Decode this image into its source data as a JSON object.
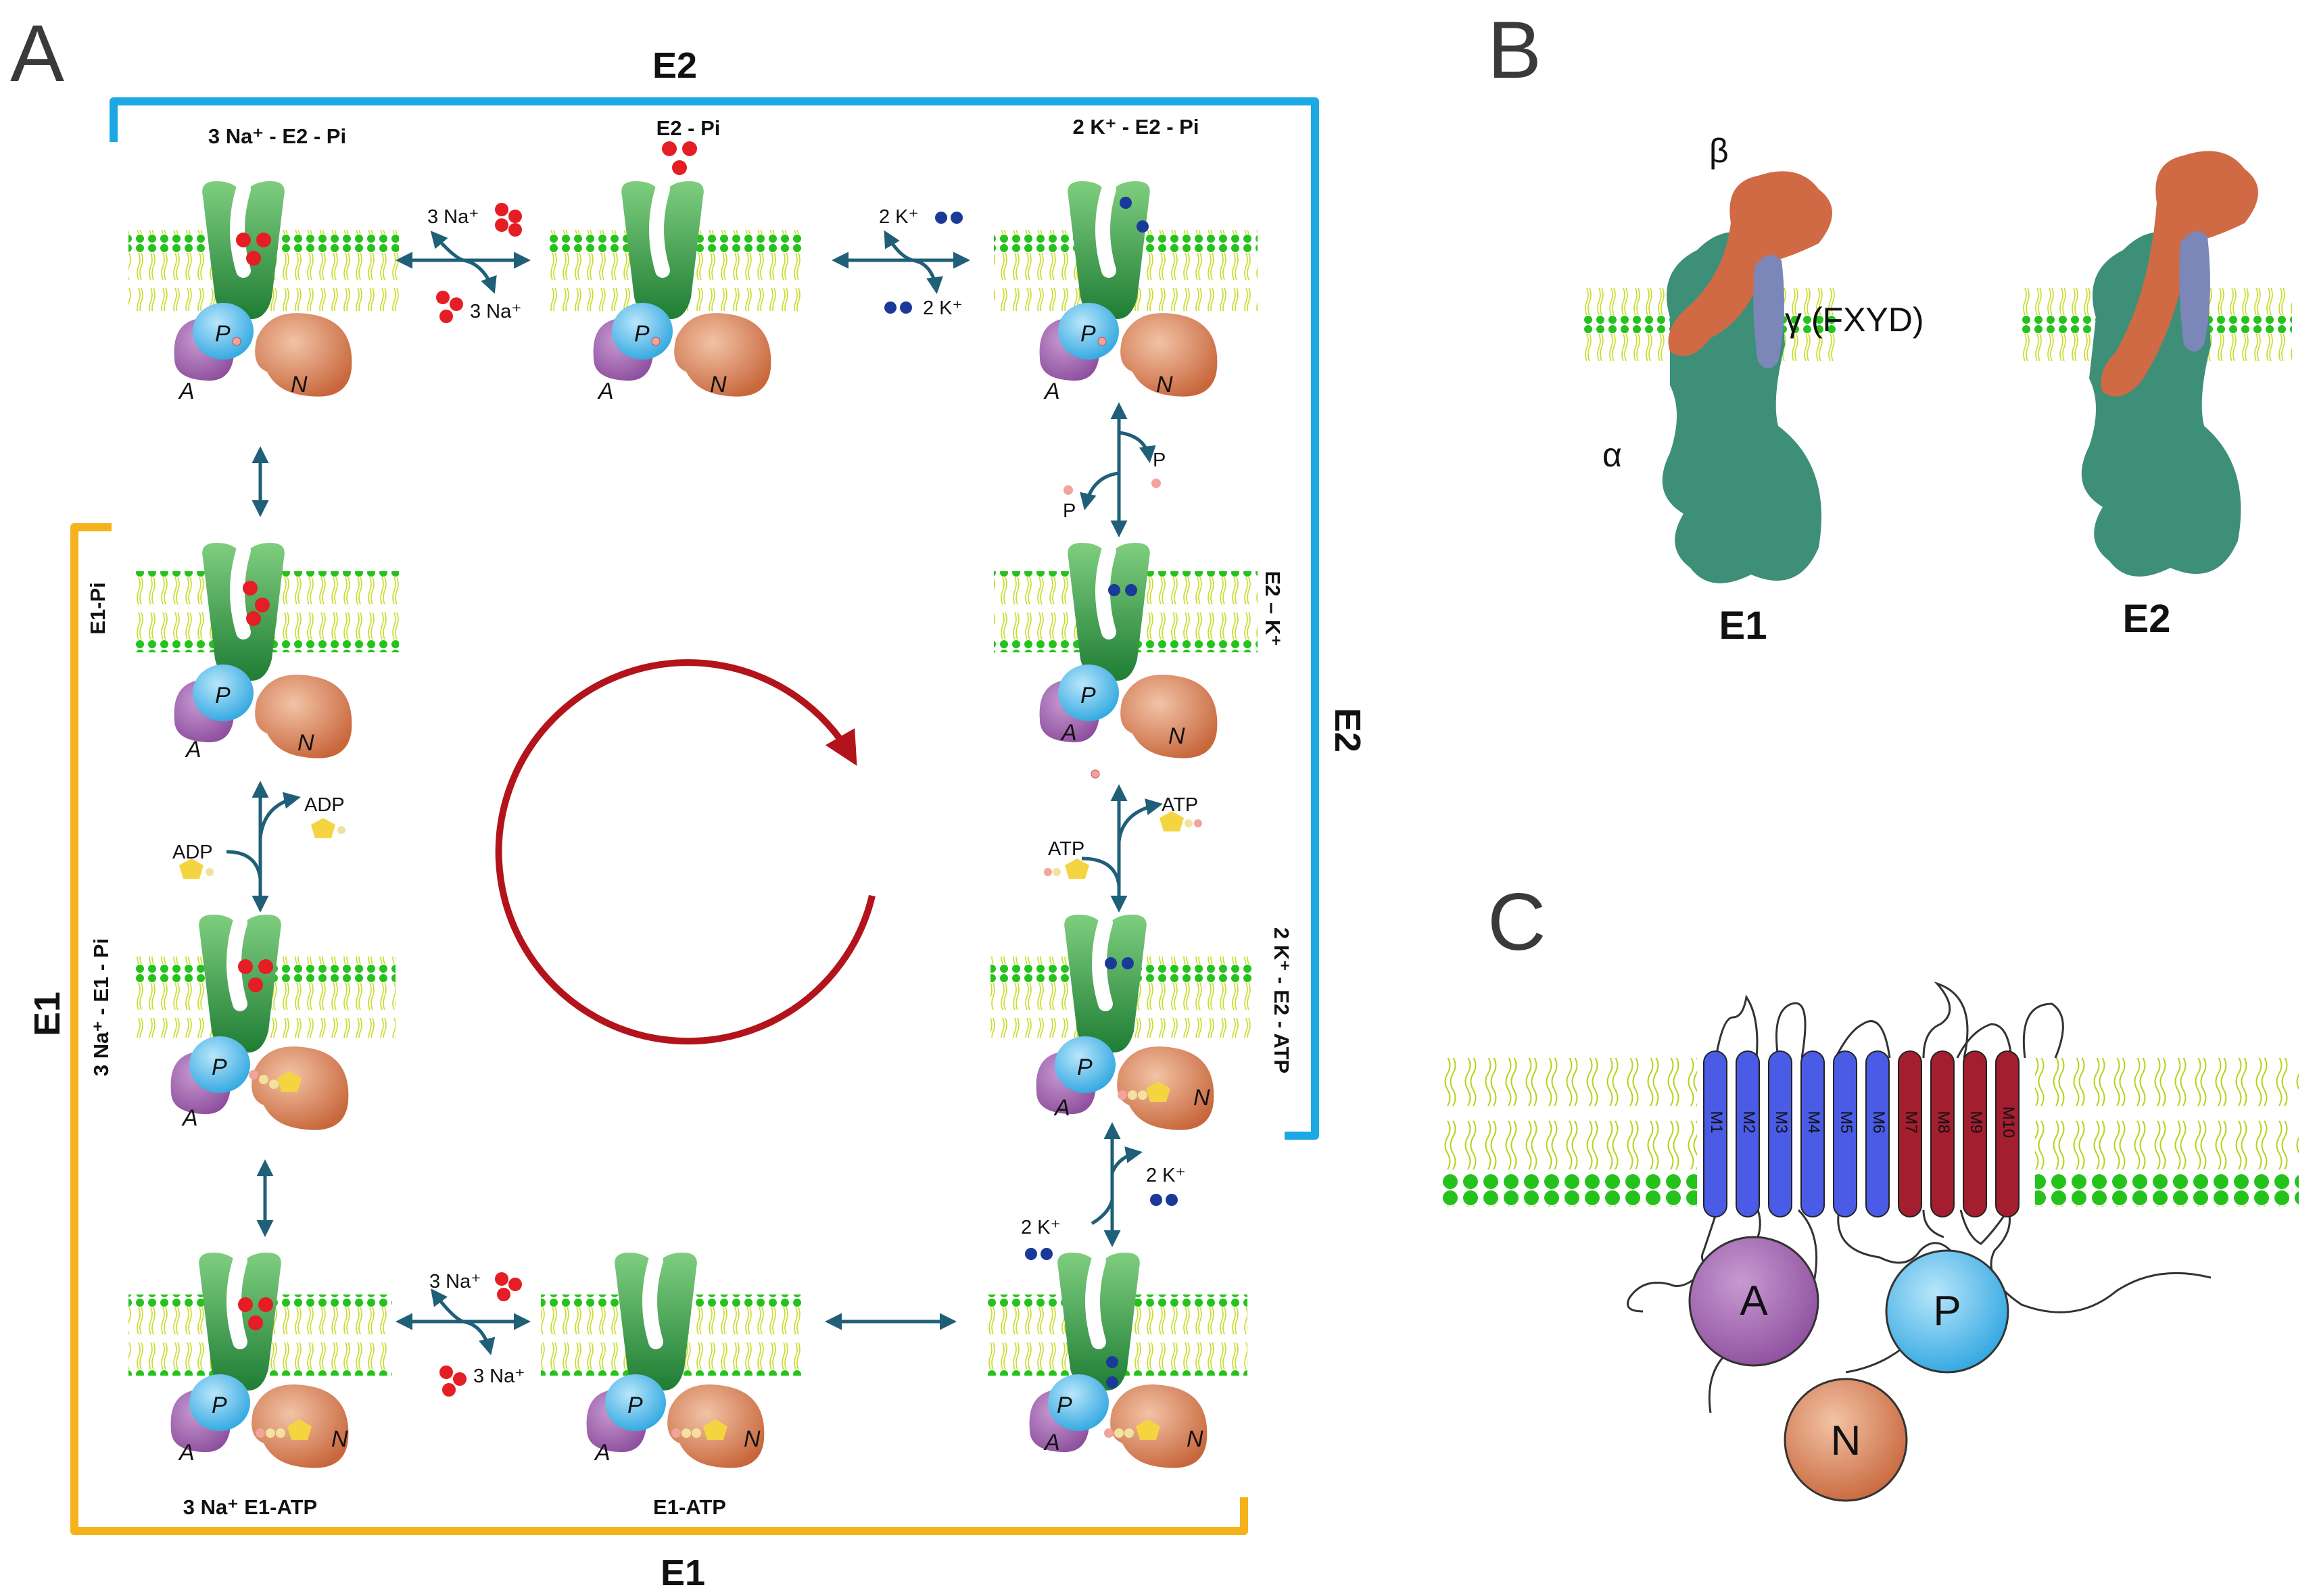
{
  "panels": {
    "a": "A",
    "b": "B",
    "c": "C"
  },
  "brackets": {
    "e2_top": "E2",
    "e2_right": "E2",
    "e1_left": "E1",
    "e1_bottom": "E1"
  },
  "states": {
    "s1": "3 Na⁺ - E2 - Pi",
    "s2": "E2 - Pi",
    "s3": "2 K⁺ - E2 - Pi",
    "s4": "E1-Pi",
    "s5": "E2 – K⁺",
    "s6": "3 Na⁺ - E1 - Pi",
    "s7": "2 K⁺ - E2 - ATP",
    "s8": "3 Na⁺ E1-ATP",
    "s9": "E1-ATP"
  },
  "transitions": {
    "na_in_top": "3 Na⁺",
    "na_out_top": "3 Na⁺",
    "k_in_top": "2 K⁺",
    "k_out_top": "2 K⁺",
    "p_in": "P",
    "p_out": "P",
    "adp_right": "ADP",
    "adp_left": "ADP",
    "atp_top": "ATP",
    "atp_bottom": "ATP",
    "k_right": "2 K⁺",
    "k_left": "2 K⁺",
    "na_in_bottom": "3 Na⁺",
    "na_out_bottom": "3 Na⁺"
  },
  "domains": {
    "p": "P",
    "n": "N",
    "a": "A"
  },
  "panel_b": {
    "beta": "β",
    "gamma": "γ (FXYD)",
    "alpha": "α",
    "e1": "E1",
    "e2": "E2"
  },
  "panel_c": {
    "segments": [
      "M1",
      "M2",
      "M3",
      "M4",
      "M5",
      "M6",
      "M7",
      "M8",
      "M9",
      "M10"
    ],
    "domains": {
      "a": "A",
      "p": "P",
      "n": "N"
    }
  },
  "colors": {
    "e2_bracket": "#1ca8e3",
    "e1_bracket": "#f5b21b",
    "cycle_arrow": "#b3141b",
    "sodium": "#e41e24",
    "potassium": "#1a3a9a",
    "membrane": "#25c21c",
    "tm_blue": "#4a5ce6",
    "tm_red": "#a31e2e",
    "alpha_subunit": "#3e8f78",
    "beta_subunit": "#cf6a45",
    "gamma_subunit": "#7b87b8"
  }
}
